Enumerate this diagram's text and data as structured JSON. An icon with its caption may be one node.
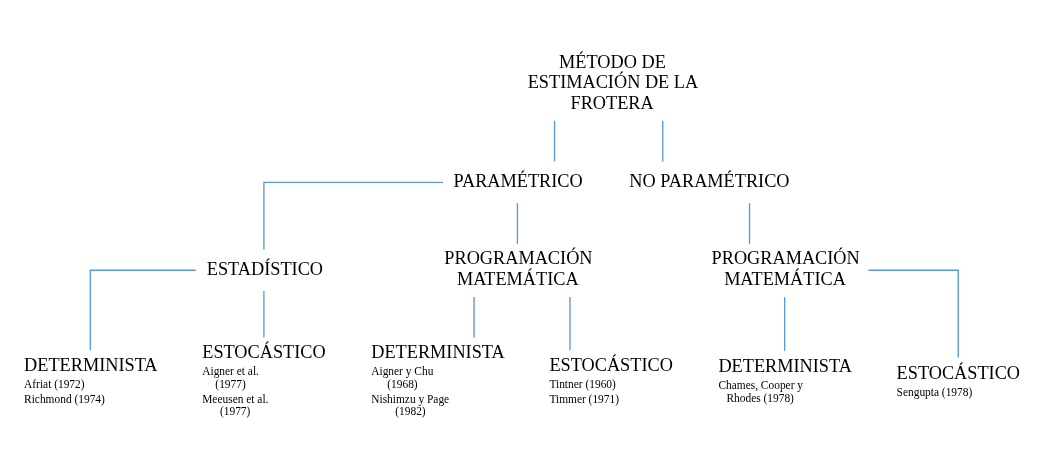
{
  "diagram": {
    "nodes": [
      {
        "text": [
          "MÉTODO DE ESTIMACIÓN DE LA FROTERA"
        ]
      },
      {
        "text": [
          "PARAMÉTRICO"
        ]
      },
      {
        "text": [
          "NO PARAMÉTRICO"
        ]
      },
      {
        "text": [
          "ESTADÍSTICO"
        ]
      },
      {
        "text": [
          "PROGRAMACIÓN MATEMÁTICA"
        ]
      },
      {
        "text": [
          "PROGRAMACIÓN MATEMÁTICA"
        ]
      },
      {
        "text": [
          "DETERMINISTA"
        ],
        "beside": [
          "Afriat (1972)",
          "Richmond (1974)"
        ]
      },
      {
        "text": [
          "ESTOCÁSTICO"
        ],
        "beside": [
          "Aigner et al. (1977)",
          "Meeusen et al. (1977)"
        ]
      },
      {
        "text": [
          "DETERMINISTA"
        ],
        "beside": [
          "Aigner y Chu (1968)",
          "Nishimzu y Page (1982)"
        ]
      },
      {
        "text": [
          "ESTOCÁSTICO"
        ],
        "beside": [
          "Tintner (1960)",
          "Timmer (1971)"
        ]
      },
      {
        "text": [
          "DETERMINISTA"
        ],
        "beside": [
          "Chames, Cooper y Rhodes (1978)"
        ]
      },
      {
        "text": [
          "ESTOCÁSTICO"
        ],
        "beside": [
          "Sengupta (1978)"
        ]
      }
    ],
    "edges": [
      {
        "from": 0,
        "to": 1,
        "arrow": "none"
      },
      {
        "from": 0,
        "to": 2,
        "arrow": "none"
      },
      {
        "from": 1,
        "to": 3,
        "arrow": "none"
      },
      {
        "from": 1,
        "to": 4,
        "arrow": "none"
      },
      {
        "from": 2,
        "to": 5,
        "arrow": "none"
      },
      {
        "from": 3,
        "to": 6,
        "arrow": "none"
      },
      {
        "from": 3,
        "to": 7,
        "arrow": "none"
      },
      {
        "from": 4,
        "to": 8,
        "arrow": "none"
      },
      {
        "from": 4,
        "to": 9,
        "arrow": "none"
      },
      {
        "from": 5,
        "to": 10,
        "arrow": "none"
      },
      {
        "from": 5,
        "to": 11,
        "arrow": "none"
      }
    ]
  }
}
